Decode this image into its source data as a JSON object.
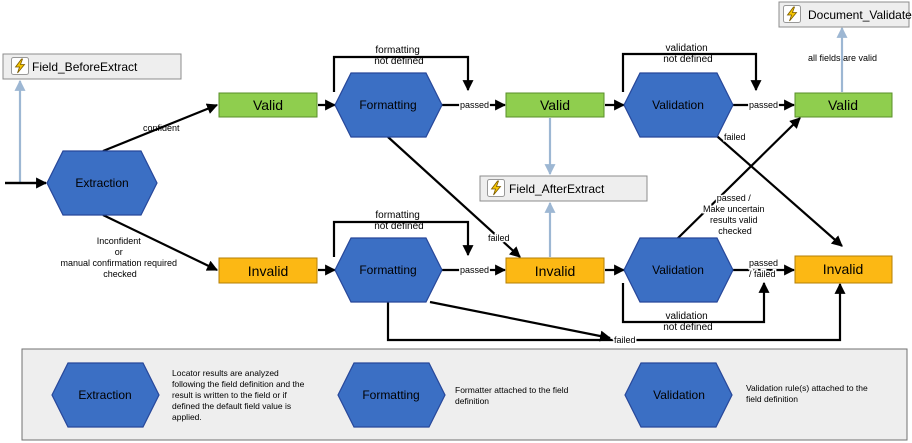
{
  "events": {
    "field_before_extract": "Field_BeforeExtract",
    "field_after_extract": "Field_AfterExtract",
    "document_validated": "Document_Validated"
  },
  "nodes": {
    "extraction": "Extraction",
    "formatting_top": "Formatting",
    "formatting_bottom": "Formatting",
    "validation_top": "Validation",
    "validation_bottom": "Validation",
    "valid_1": "Valid",
    "valid_2": "Valid",
    "valid_3": "Valid",
    "invalid_1": "Invalid",
    "invalid_2": "Invalid",
    "invalid_3": "Invalid"
  },
  "labels": {
    "confident": "confident",
    "inconfident": [
      "Inconfident",
      "or",
      "manual confirmation required",
      "checked"
    ],
    "formatting_not_defined_top": [
      "formatting",
      "not defined"
    ],
    "formatting_not_defined_bottom": [
      "formatting",
      "not defined"
    ],
    "passed_fmt_top": "passed",
    "passed_fmt_bottom": "passed",
    "validation_not_defined_top": [
      "validation",
      "not defined"
    ],
    "validation_not_defined_bottom": [
      "validation",
      "not defined"
    ],
    "passed_val_top": "passed",
    "failed_val_top": "failed",
    "failed_fmt_top": "failed",
    "passed_failed_bottom": [
      "passed",
      "/ failed"
    ],
    "passed_make_uncertain": [
      "passed /",
      "Make uncertain",
      "results valid",
      "checked"
    ],
    "all_fields_valid": "all fields are valid",
    "failed_bottom": "failed"
  },
  "legend": {
    "extraction": {
      "name": "Extraction",
      "desc": [
        "Locator results are analyzed",
        "following the field definition and the",
        "result is written to the field or if",
        "defined the default field value is",
        "applied."
      ]
    },
    "formatting": {
      "name": "Formatting",
      "desc": [
        "Formatter attached to the field",
        "definition"
      ]
    },
    "validation": {
      "name": "Validation",
      "desc": [
        "Validation rule(s) attached to the",
        "field definition"
      ]
    }
  },
  "colors": {
    "hexagon": "#3b6fc4",
    "valid": "#8fce4e",
    "invalid": "#fcb814",
    "event_arrow": "#9db7d3",
    "lightning": "#f5c400"
  }
}
